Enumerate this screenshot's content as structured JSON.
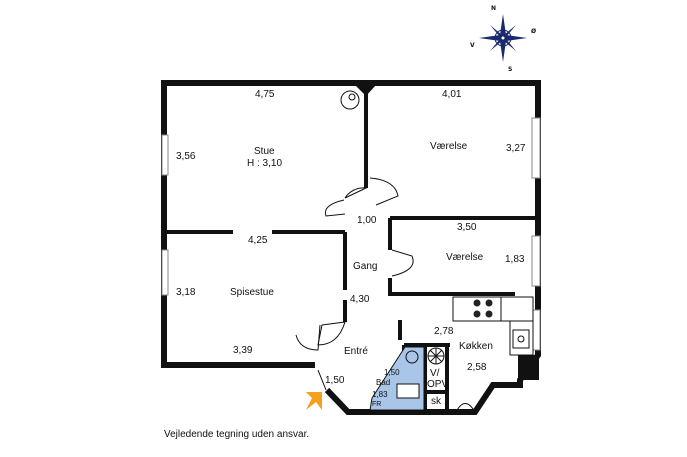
{
  "compass": {
    "north": "N",
    "south": "S",
    "east": "Ø",
    "west": "V"
  },
  "rooms": {
    "stue": {
      "name": "Stue",
      "height_label": "H : 3,10",
      "width": "4,75",
      "depth": "3,56"
    },
    "vaerelse1": {
      "name": "Værelse",
      "width": "4,01",
      "depth": "3,27"
    },
    "vaerelse2": {
      "name": "Værelse",
      "width": "3,50",
      "depth": "1,83"
    },
    "spisestue": {
      "name": "Spisestue",
      "width": "4,25",
      "depth": "3,18",
      "bottom": "3,39"
    },
    "gang": {
      "name": "Gang",
      "top": "1,00",
      "length": "4,30"
    },
    "entre": {
      "name": "Entré",
      "width": "1,50"
    },
    "bad": {
      "name": "Bad",
      "width": "1,50",
      "depth": "1,83",
      "note": "FR"
    },
    "vopv": {
      "line1": "V/",
      "line2": "OPV",
      "sk": "sk"
    },
    "kokken": {
      "name": "Køkken",
      "width": "2,78",
      "depth": "2,58"
    }
  },
  "disclaimer": "Vejledende tegning uden ansvar.",
  "colors": {
    "wall": "#111111",
    "bath_fill": "#a9c6e8",
    "entry_arrow": "#f4a11e",
    "compass": "#1a2a6c"
  }
}
